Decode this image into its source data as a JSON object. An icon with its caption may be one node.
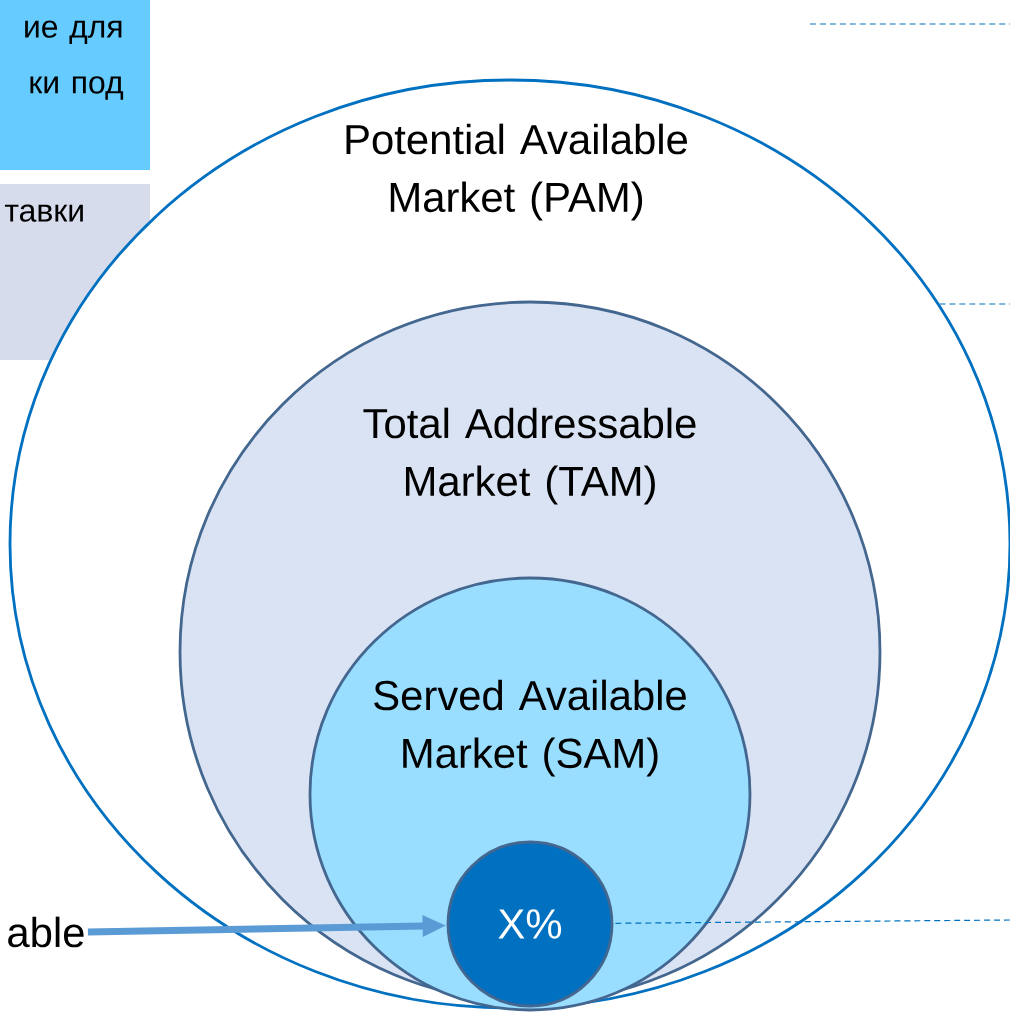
{
  "diagram": {
    "nodes": [
      {
        "text": [
          "ие для ки под"
        ]
      },
      {
        "text": [
          "тавки"
        ]
      },
      {
        "text": [
          "Potential Available Market (PAM)"
        ]
      },
      {
        "text": [
          "Total Addressable Market (TAM)"
        ],
        "in": 2
      },
      {
        "text": [
          "Served Available Market (SAM)"
        ],
        "in": 3
      },
      {
        "text": [
          "X%"
        ],
        "in": 4
      },
      {
        "text": [
          "able"
        ]
      }
    ],
    "edges": [
      {
        "from": 6,
        "to": 5,
        "arrow": "to",
        "style": "thick",
        "color": "#5b9bd5"
      },
      {
        "from": null,
        "to": 5,
        "arrow": "none",
        "style": "dashed",
        "color": "#0070c0"
      }
    ]
  }
}
